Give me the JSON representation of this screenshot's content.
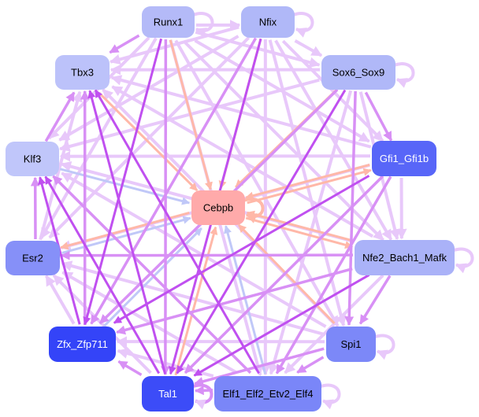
{
  "graph": {
    "type": "directed-network",
    "colors": {
      "edge_light": "#e8c8fa",
      "edge_mid": "#d890f5",
      "edge_strong": "#c050f0",
      "edge_salmon": "#ffb8a8",
      "edge_blue": "#c0c8f8"
    },
    "nodes": [
      {
        "id": "Runx1",
        "label": "Runx1",
        "fill": "#b4baf8",
        "text": "#000000"
      },
      {
        "id": "Nfix",
        "label": "Nfix",
        "fill": "#b0b8f8",
        "text": "#000000"
      },
      {
        "id": "Sox6_Sox9",
        "label": "Sox6_Sox9",
        "fill": "#b0b8f8",
        "text": "#000000"
      },
      {
        "id": "Gfi1_Gfi1b",
        "label": "Gfi1_Gfi1b",
        "fill": "#5866f8",
        "text": "#ffffff"
      },
      {
        "id": "Nfe2_Bach1_Mafk",
        "label": "Nfe2_Bach1_Mafk",
        "fill": "#aab2f8",
        "text": "#000000"
      },
      {
        "id": "Spi1",
        "label": "Spi1",
        "fill": "#7c88f8",
        "text": "#000000"
      },
      {
        "id": "Elf1_Elf2_Etv2_Elf4",
        "label": "Elf1_Elf2_Etv2_Elf4",
        "fill": "#7a86f8",
        "text": "#000000"
      },
      {
        "id": "Tal1",
        "label": "Tal1",
        "fill": "#3c4cf8",
        "text": "#ffffff"
      },
      {
        "id": "Zfx_Zfp711",
        "label": "Zfx_Zfp711",
        "fill": "#3444f8",
        "text": "#ffffff"
      },
      {
        "id": "Esr2",
        "label": "Esr2",
        "fill": "#8690f8",
        "text": "#000000"
      },
      {
        "id": "Klf3",
        "label": "Klf3",
        "fill": "#c0c6fa",
        "text": "#000000"
      },
      {
        "id": "Tbx3",
        "label": "Tbx3",
        "fill": "#bcc2fa",
        "text": "#000000"
      },
      {
        "id": "Cebpb",
        "label": "Cebpb",
        "fill": "#ffaaaa",
        "text": "#000000"
      }
    ],
    "self_loops": [
      "Runx1",
      "Nfix",
      "Sox6_Sox9",
      "Nfe2_Bach1_Mafk",
      "Spi1",
      "Elf1_Elf2_Etv2_Elf4",
      "Tal1",
      "Cebpb"
    ],
    "edges": [
      {
        "s": "Runx1",
        "t": "Nfix",
        "c": "edge_light"
      },
      {
        "s": "Runx1",
        "t": "Tbx3",
        "c": "edge_mid"
      },
      {
        "s": "Runx1",
        "t": "Cebpb",
        "c": "edge_salmon"
      },
      {
        "s": "Runx1",
        "t": "Klf3",
        "c": "edge_light"
      },
      {
        "s": "Runx1",
        "t": "Esr2",
        "c": "edge_light"
      },
      {
        "s": "Runx1",
        "t": "Zfx_Zfp711",
        "c": "edge_strong"
      },
      {
        "s": "Runx1",
        "t": "Tal1",
        "c": "edge_mid"
      },
      {
        "s": "Runx1",
        "t": "Elf1_Elf2_Etv2_Elf4",
        "c": "edge_light"
      },
      {
        "s": "Runx1",
        "t": "Spi1",
        "c": "edge_light"
      },
      {
        "s": "Runx1",
        "t": "Nfe2_Bach1_Mafk",
        "c": "edge_light"
      },
      {
        "s": "Runx1",
        "t": "Gfi1_Gfi1b",
        "c": "edge_light"
      },
      {
        "s": "Runx1",
        "t": "Sox6_Sox9",
        "c": "edge_light"
      },
      {
        "s": "Nfix",
        "t": "Sox6_Sox9",
        "c": "edge_light"
      },
      {
        "s": "Nfix",
        "t": "Cebpb",
        "c": "edge_salmon"
      },
      {
        "s": "Nfix",
        "t": "Tbx3",
        "c": "edge_light"
      },
      {
        "s": "Nfix",
        "t": "Klf3",
        "c": "edge_light"
      },
      {
        "s": "Nfix",
        "t": "Esr2",
        "c": "edge_light"
      },
      {
        "s": "Nfix",
        "t": "Zfx_Zfp711",
        "c": "edge_mid"
      },
      {
        "s": "Nfix",
        "t": "Tal1",
        "c": "edge_strong"
      },
      {
        "s": "Nfix",
        "t": "Elf1_Elf2_Etv2_Elf4",
        "c": "edge_light"
      },
      {
        "s": "Nfix",
        "t": "Spi1",
        "c": "edge_light"
      },
      {
        "s": "Nfix",
        "t": "Nfe2_Bach1_Mafk",
        "c": "edge_light"
      },
      {
        "s": "Nfix",
        "t": "Gfi1_Gfi1b",
        "c": "edge_light"
      },
      {
        "s": "Sox6_Sox9",
        "t": "Gfi1_Gfi1b",
        "c": "edge_mid"
      },
      {
        "s": "Sox6_Sox9",
        "t": "Cebpb",
        "c": "edge_salmon"
      },
      {
        "s": "Sox6_Sox9",
        "t": "Tbx3",
        "c": "edge_light"
      },
      {
        "s": "Sox6_Sox9",
        "t": "Klf3",
        "c": "edge_light"
      },
      {
        "s": "Sox6_Sox9",
        "t": "Tal1",
        "c": "edge_strong"
      },
      {
        "s": "Sox6_Sox9",
        "t": "Zfx_Zfp711",
        "c": "edge_mid"
      },
      {
        "s": "Sox6_Sox9",
        "t": "Elf1_Elf2_Etv2_Elf4",
        "c": "edge_light"
      },
      {
        "s": "Sox6_Sox9",
        "t": "Spi1",
        "c": "edge_mid"
      },
      {
        "s": "Sox6_Sox9",
        "t": "Nfe2_Bach1_Mafk",
        "c": "edge_light"
      },
      {
        "s": "Gfi1_Gfi1b",
        "t": "Nfe2_Bach1_Mafk",
        "c": "edge_light"
      },
      {
        "s": "Gfi1_Gfi1b",
        "t": "Cebpb",
        "c": "edge_salmon"
      },
      {
        "s": "Gfi1_Gfi1b",
        "t": "Klf3",
        "c": "edge_light"
      },
      {
        "s": "Gfi1_Gfi1b",
        "t": "Esr2",
        "c": "edge_light"
      },
      {
        "s": "Gfi1_Gfi1b",
        "t": "Zfx_Zfp711",
        "c": "edge_strong"
      },
      {
        "s": "Gfi1_Gfi1b",
        "t": "Tal1",
        "c": "edge_mid"
      },
      {
        "s": "Gfi1_Gfi1b",
        "t": "Elf1_Elf2_Etv2_Elf4",
        "c": "edge_mid"
      },
      {
        "s": "Gfi1_Gfi1b",
        "t": "Tbx3",
        "c": "edge_light"
      },
      {
        "s": "Nfe2_Bach1_Mafk",
        "t": "Spi1",
        "c": "edge_mid"
      },
      {
        "s": "Nfe2_Bach1_Mafk",
        "t": "Cebpb",
        "c": "edge_salmon"
      },
      {
        "s": "Nfe2_Bach1_Mafk",
        "t": "Esr2",
        "c": "edge_mid"
      },
      {
        "s": "Nfe2_Bach1_Mafk",
        "t": "Zfx_Zfp711",
        "c": "edge_mid"
      },
      {
        "s": "Nfe2_Bach1_Mafk",
        "t": "Tal1",
        "c": "edge_strong"
      },
      {
        "s": "Nfe2_Bach1_Mafk",
        "t": "Elf1_Elf2_Etv2_Elf4",
        "c": "edge_light"
      },
      {
        "s": "Nfe2_Bach1_Mafk",
        "t": "Tbx3",
        "c": "edge_light"
      },
      {
        "s": "Nfe2_Bach1_Mafk",
        "t": "Klf3",
        "c": "edge_light"
      },
      {
        "s": "Spi1",
        "t": "Elf1_Elf2_Etv2_Elf4",
        "c": "edge_mid"
      },
      {
        "s": "Spi1",
        "t": "Cebpb",
        "c": "edge_salmon"
      },
      {
        "s": "Spi1",
        "t": "Tal1",
        "c": "edge_mid"
      },
      {
        "s": "Spi1",
        "t": "Zfx_Zfp711",
        "c": "edge_light"
      },
      {
        "s": "Spi1",
        "t": "Esr2",
        "c": "edge_light"
      },
      {
        "s": "Spi1",
        "t": "Tbx3",
        "c": "edge_light"
      },
      {
        "s": "Spi1",
        "t": "Klf3",
        "c": "edge_light"
      },
      {
        "s": "Elf1_Elf2_Etv2_Elf4",
        "t": "Tal1",
        "c": "edge_mid"
      },
      {
        "s": "Elf1_Elf2_Etv2_Elf4",
        "t": "Cebpb",
        "c": "edge_blue"
      },
      {
        "s": "Elf1_Elf2_Etv2_Elf4",
        "t": "Zfx_Zfp711",
        "c": "edge_light"
      },
      {
        "s": "Elf1_Elf2_Etv2_Elf4",
        "t": "Esr2",
        "c": "edge_light"
      },
      {
        "s": "Elf1_Elf2_Etv2_Elf4",
        "t": "Klf3",
        "c": "edge_mid"
      },
      {
        "s": "Elf1_Elf2_Etv2_Elf4",
        "t": "Tbx3",
        "c": "edge_strong"
      },
      {
        "s": "Tal1",
        "t": "Zfx_Zfp711",
        "c": "edge_mid"
      },
      {
        "s": "Tal1",
        "t": "Cebpb",
        "c": "edge_salmon"
      },
      {
        "s": "Tal1",
        "t": "Esr2",
        "c": "edge_light"
      },
      {
        "s": "Tal1",
        "t": "Klf3",
        "c": "edge_strong"
      },
      {
        "s": "Tal1",
        "t": "Tbx3",
        "c": "edge_strong"
      },
      {
        "s": "Zfx_Zfp711",
        "t": "Esr2",
        "c": "edge_light"
      },
      {
        "s": "Zfx_Zfp711",
        "t": "Cebpb",
        "c": "edge_blue"
      },
      {
        "s": "Zfx_Zfp711",
        "t": "Klf3",
        "c": "edge_strong"
      },
      {
        "s": "Zfx_Zfp711",
        "t": "Tbx3",
        "c": "edge_mid"
      },
      {
        "s": "Esr2",
        "t": "Klf3",
        "c": "edge_mid"
      },
      {
        "s": "Esr2",
        "t": "Cebpb",
        "c": "edge_blue"
      },
      {
        "s": "Esr2",
        "t": "Tbx3",
        "c": "edge_light"
      },
      {
        "s": "Klf3",
        "t": "Tbx3",
        "c": "edge_mid"
      },
      {
        "s": "Klf3",
        "t": "Cebpb",
        "c": "edge_blue"
      },
      {
        "s": "Tbx3",
        "t": "Cebpb",
        "c": "edge_salmon"
      },
      {
        "s": "Cebpb",
        "t": "Nfe2_Bach1_Mafk",
        "c": "edge_salmon"
      },
      {
        "s": "Cebpb",
        "t": "Gfi1_Gfi1b",
        "c": "edge_salmon"
      },
      {
        "s": "Cebpb",
        "t": "Esr2",
        "c": "edge_salmon"
      }
    ]
  }
}
